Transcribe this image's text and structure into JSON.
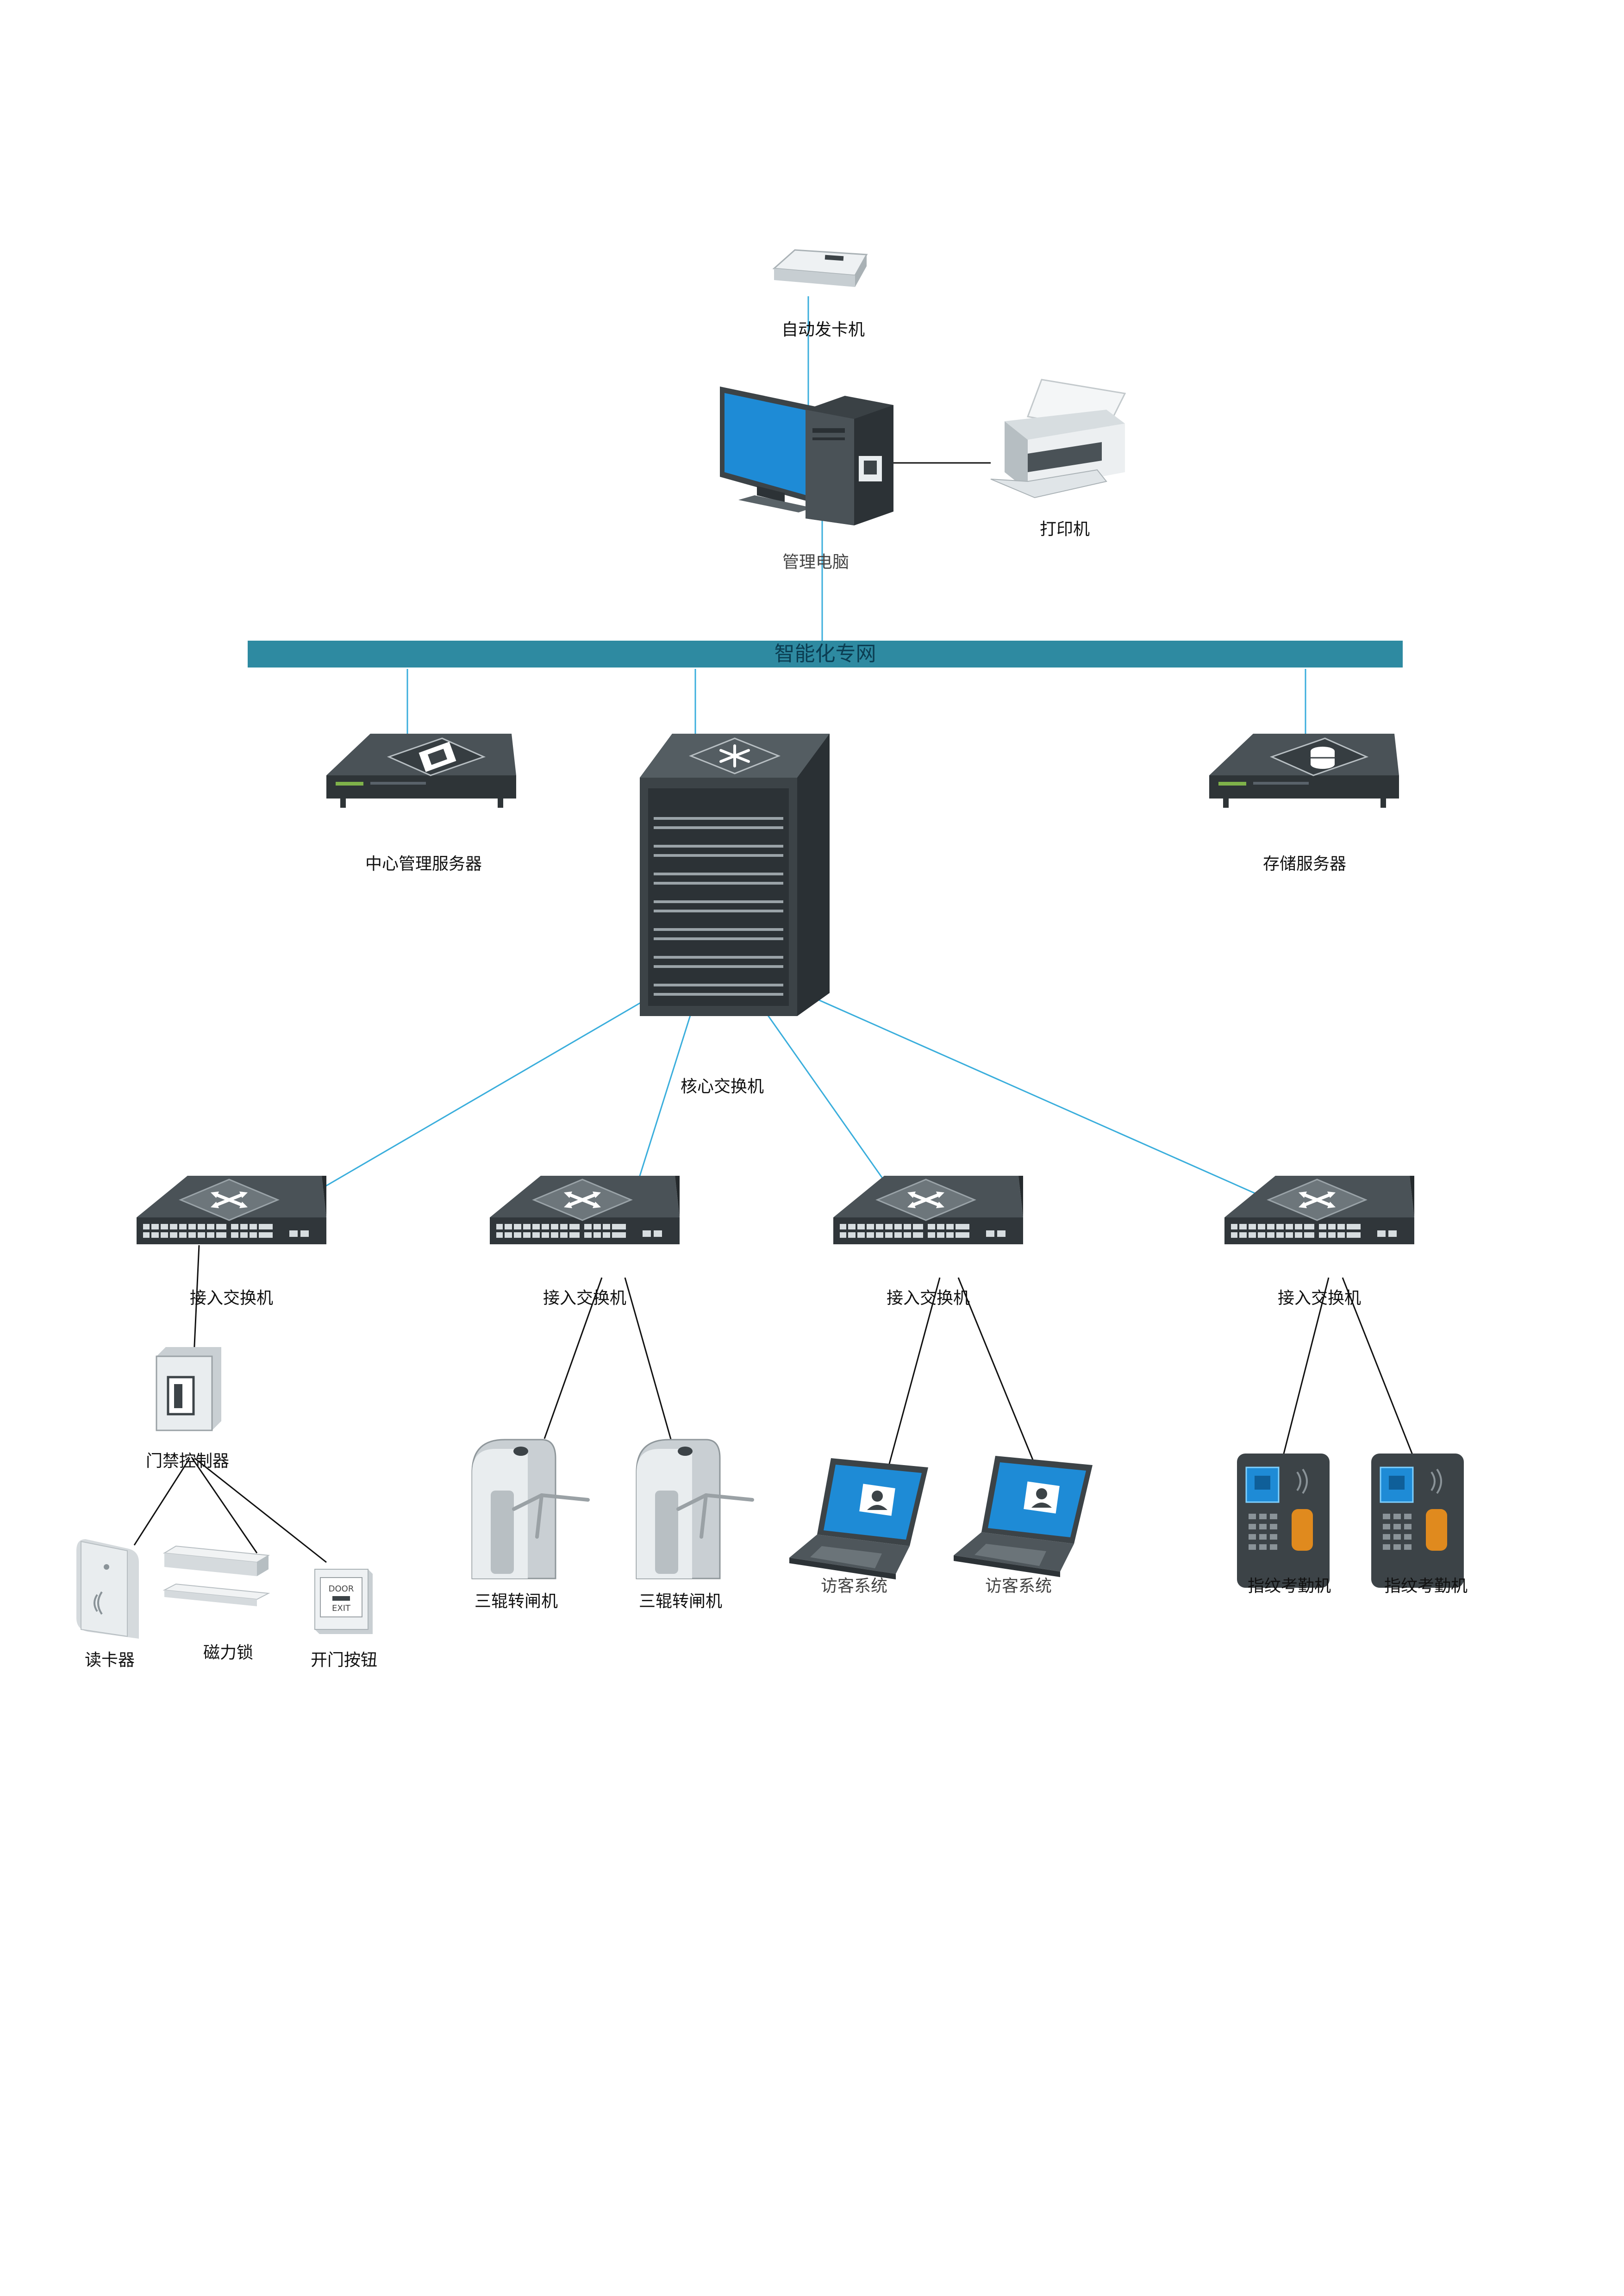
{
  "colors": {
    "bus": "#2e8aa1",
    "link_blue": "#3aaedc",
    "link_black": "#111111",
    "device_dark": "#3c4347",
    "screen_blue": "#1e8bd6"
  },
  "network": {
    "bus_label": "智能化专网"
  },
  "devices": {
    "card_issuer": {
      "label": "自动发卡机",
      "icon": "card-issuer-icon"
    },
    "admin_pc": {
      "label": "管理电脑",
      "icon": "desktop-computer-icon"
    },
    "printer": {
      "label": "打印机",
      "icon": "printer-icon"
    },
    "central_server": {
      "label": "中心管理服务器",
      "icon": "rack-server-icon"
    },
    "storage_server": {
      "label": "存储服务器",
      "icon": "storage-server-icon"
    },
    "core_switch": {
      "label": "核心交换机",
      "icon": "core-switch-cabinet-icon"
    },
    "access_switches": [
      {
        "label": "接入交换机",
        "icon": "access-switch-icon"
      },
      {
        "label": "接入交换机",
        "icon": "access-switch-icon"
      },
      {
        "label": "接入交换机",
        "icon": "access-switch-icon"
      },
      {
        "label": "接入交换机",
        "icon": "access-switch-icon"
      }
    ],
    "door_controller": {
      "label": "门禁控制器",
      "icon": "door-controller-icon"
    },
    "card_reader": {
      "label": "读卡器",
      "icon": "card-reader-icon"
    },
    "magnetic_lock": {
      "label": "磁力锁",
      "icon": "magnetic-lock-icon"
    },
    "exit_button": {
      "label": "开门按钮",
      "icon": "exit-button-icon",
      "text_top": "DOOR",
      "text_bottom": "EXIT"
    },
    "turnstiles": [
      {
        "label": "三辊转闸机",
        "icon": "tripod-turnstile-icon"
      },
      {
        "label": "三辊转闸机",
        "icon": "tripod-turnstile-icon"
      }
    ],
    "visitor_systems": [
      {
        "label": "访客系统",
        "icon": "laptop-icon"
      },
      {
        "label": "访客系统",
        "icon": "laptop-icon"
      }
    ],
    "attendance": [
      {
        "label": "指纹考勤机",
        "icon": "fingerprint-terminal-icon"
      },
      {
        "label": "指纹考勤机",
        "icon": "fingerprint-terminal-icon"
      }
    ]
  }
}
